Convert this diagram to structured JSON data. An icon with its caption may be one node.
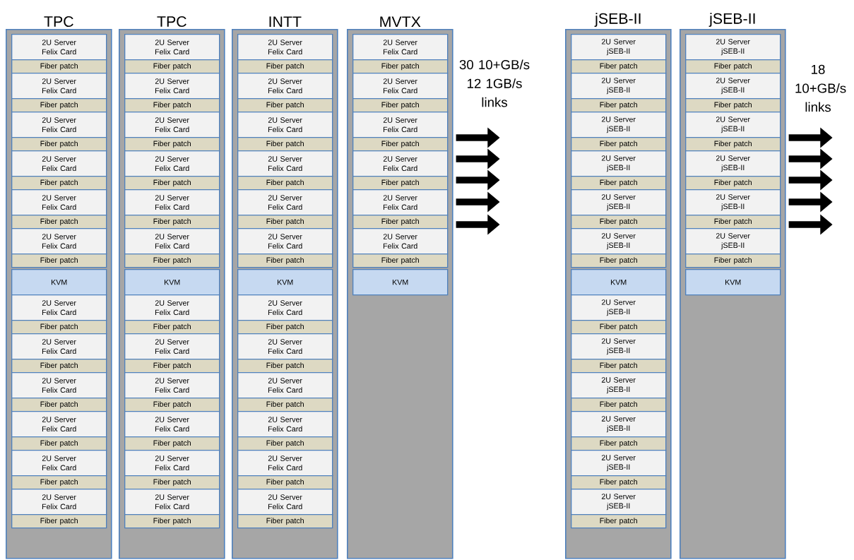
{
  "diagram": {
    "nodes": [
      {
        "text": [
          "TPC"
        ]
      },
      {
        "text": [
          "2U Server",
          "Felix Card"
        ],
        "in": 0
      },
      {
        "text": [
          "Fiber patch"
        ],
        "in": 0
      },
      {
        "text": [
          "2U Server",
          "Felix Card"
        ],
        "in": 0
      },
      {
        "text": [
          "Fiber patch"
        ],
        "in": 0
      },
      {
        "text": [
          "2U Server",
          "Felix Card"
        ],
        "in": 0
      },
      {
        "text": [
          "Fiber patch"
        ],
        "in": 0
      },
      {
        "text": [
          "2U Server",
          "Felix Card"
        ],
        "in": 0
      },
      {
        "text": [
          "Fiber patch"
        ],
        "in": 0
      },
      {
        "text": [
          "2U Server",
          "Felix Card"
        ],
        "in": 0
      },
      {
        "text": [
          "Fiber patch"
        ],
        "in": 0
      },
      {
        "text": [
          "2U Server",
          "Felix Card"
        ],
        "in": 0
      },
      {
        "text": [
          "Fiber patch"
        ],
        "in": 0
      },
      {
        "text": [
          "KVM"
        ],
        "in": 0
      },
      {
        "text": [
          "2U Server",
          "Felix Card"
        ],
        "in": 0
      },
      {
        "text": [
          "Fiber patch"
        ],
        "in": 0
      },
      {
        "text": [
          "2U Server",
          "Felix Card"
        ],
        "in": 0
      },
      {
        "text": [
          "Fiber patch"
        ],
        "in": 0
      },
      {
        "text": [
          "2U Server",
          "Felix Card"
        ],
        "in": 0
      },
      {
        "text": [
          "Fiber patch"
        ],
        "in": 0
      },
      {
        "text": [
          "2U Server",
          "Felix Card"
        ],
        "in": 0
      },
      {
        "text": [
          "Fiber patch"
        ],
        "in": 0
      },
      {
        "text": [
          "2U Server",
          "Felix Card"
        ],
        "in": 0
      },
      {
        "text": [
          "Fiber patch"
        ],
        "in": 0
      },
      {
        "text": [
          "2U Server",
          "Felix Card"
        ],
        "in": 0
      },
      {
        "text": [
          "Fiber patch"
        ],
        "in": 0
      },
      {
        "text": [
          "TPC"
        ]
      },
      {
        "text": [
          "2U Server",
          "Felix Card"
        ],
        "in": 26
      },
      {
        "text": [
          "Fiber patch"
        ],
        "in": 26
      },
      {
        "text": [
          "2U Server",
          "Felix Card"
        ],
        "in": 26
      },
      {
        "text": [
          "Fiber patch"
        ],
        "in": 26
      },
      {
        "text": [
          "2U Server",
          "Felix Card"
        ],
        "in": 26
      },
      {
        "text": [
          "Fiber patch"
        ],
        "in": 26
      },
      {
        "text": [
          "2U Server",
          "Felix Card"
        ],
        "in": 26
      },
      {
        "text": [
          "Fiber patch"
        ],
        "in": 26
      },
      {
        "text": [
          "2U Server",
          "Felix Card"
        ],
        "in": 26
      },
      {
        "text": [
          "Fiber patch"
        ],
        "in": 26
      },
      {
        "text": [
          "2U Server",
          "Felix Card"
        ],
        "in": 26
      },
      {
        "text": [
          "Fiber patch"
        ],
        "in": 26
      },
      {
        "text": [
          "KVM"
        ],
        "in": 26
      },
      {
        "text": [
          "2U Server",
          "Felix Card"
        ],
        "in": 26
      },
      {
        "text": [
          "Fiber patch"
        ],
        "in": 26
      },
      {
        "text": [
          "2U Server",
          "Felix Card"
        ],
        "in": 26
      },
      {
        "text": [
          "Fiber patch"
        ],
        "in": 26
      },
      {
        "text": [
          "2U Server",
          "Felix Card"
        ],
        "in": 26
      },
      {
        "text": [
          "Fiber patch"
        ],
        "in": 26
      },
      {
        "text": [
          "2U Server",
          "Felix Card"
        ],
        "in": 26
      },
      {
        "text": [
          "Fiber patch"
        ],
        "in": 26
      },
      {
        "text": [
          "2U Server",
          "Felix Card"
        ],
        "in": 26
      },
      {
        "text": [
          "Fiber patch"
        ],
        "in": 26
      },
      {
        "text": [
          "2U Server",
          "Felix Card"
        ],
        "in": 26
      },
      {
        "text": [
          "Fiber patch"
        ],
        "in": 26
      },
      {
        "text": [
          "INTT"
        ]
      },
      {
        "text": [
          "2U Server",
          "Felix Card"
        ],
        "in": 52
      },
      {
        "text": [
          "Fiber patch"
        ],
        "in": 52
      },
      {
        "text": [
          "2U Server",
          "Felix Card"
        ],
        "in": 52
      },
      {
        "text": [
          "Fiber patch"
        ],
        "in": 52
      },
      {
        "text": [
          "2U Server",
          "Felix Card"
        ],
        "in": 52
      },
      {
        "text": [
          "Fiber patch"
        ],
        "in": 52
      },
      {
        "text": [
          "2U Server",
          "Felix Card"
        ],
        "in": 52
      },
      {
        "text": [
          "Fiber patch"
        ],
        "in": 52
      },
      {
        "text": [
          "2U Server",
          "Felix Card"
        ],
        "in": 52
      },
      {
        "text": [
          "Fiber patch"
        ],
        "in": 52
      },
      {
        "text": [
          "2U Server",
          "Felix Card"
        ],
        "in": 52
      },
      {
        "text": [
          "Fiber patch"
        ],
        "in": 52
      },
      {
        "text": [
          "KVM"
        ],
        "in": 52
      },
      {
        "text": [
          "2U Server",
          "Felix Card"
        ],
        "in": 52
      },
      {
        "text": [
          "Fiber patch"
        ],
        "in": 52
      },
      {
        "text": [
          "2U Server",
          "Felix Card"
        ],
        "in": 52
      },
      {
        "text": [
          "Fiber patch"
        ],
        "in": 52
      },
      {
        "text": [
          "2U Server",
          "Felix Card"
        ],
        "in": 52
      },
      {
        "text": [
          "Fiber patch"
        ],
        "in": 52
      },
      {
        "text": [
          "2U Server",
          "Felix Card"
        ],
        "in": 52
      },
      {
        "text": [
          "Fiber patch"
        ],
        "in": 52
      },
      {
        "text": [
          "2U Server",
          "Felix Card"
        ],
        "in": 52
      },
      {
        "text": [
          "Fiber patch"
        ],
        "in": 52
      },
      {
        "text": [
          "2U Server",
          "Felix Card"
        ],
        "in": 52
      },
      {
        "text": [
          "Fiber patch"
        ],
        "in": 52
      },
      {
        "text": [
          "MVTX"
        ]
      },
      {
        "text": [
          "2U Server",
          "Felix Card"
        ],
        "in": 78
      },
      {
        "text": [
          "Fiber patch"
        ],
        "in": 78
      },
      {
        "text": [
          "2U Server",
          "Felix Card"
        ],
        "in": 78
      },
      {
        "text": [
          "Fiber patch"
        ],
        "in": 78
      },
      {
        "text": [
          "2U Server",
          "Felix Card"
        ],
        "in": 78
      },
      {
        "text": [
          "Fiber patch"
        ],
        "in": 78
      },
      {
        "text": [
          "2U Server",
          "Felix Card"
        ],
        "in": 78
      },
      {
        "text": [
          "Fiber patch"
        ],
        "in": 78
      },
      {
        "text": [
          "2U Server",
          "Felix Card"
        ],
        "in": 78
      },
      {
        "text": [
          "Fiber patch"
        ],
        "in": 78
      },
      {
        "text": [
          "2U Server",
          "Felix Card"
        ],
        "in": 78
      },
      {
        "text": [
          "Fiber patch"
        ],
        "in": 78
      },
      {
        "text": [
          "KVM"
        ],
        "in": 78
      },
      {
        "text": [
          "jSEB-II"
        ]
      },
      {
        "text": [
          "2U Server",
          "jSEB-II"
        ],
        "in": 92
      },
      {
        "text": [
          "Fiber patch"
        ],
        "in": 92
      },
      {
        "text": [
          "2U Server",
          "jSEB-II"
        ],
        "in": 92
      },
      {
        "text": [
          "Fiber patch"
        ],
        "in": 92
      },
      {
        "text": [
          "2U Server",
          "jSEB-II"
        ],
        "in": 92
      },
      {
        "text": [
          "Fiber patch"
        ],
        "in": 92
      },
      {
        "text": [
          "2U Server",
          "jSEB-II"
        ],
        "in": 92
      },
      {
        "text": [
          "Fiber patch"
        ],
        "in": 92
      },
      {
        "text": [
          "2U Server",
          "jSEB-II"
        ],
        "in": 92
      },
      {
        "text": [
          "Fiber patch"
        ],
        "in": 92
      },
      {
        "text": [
          "2U Server",
          "jSEB-II"
        ],
        "in": 92
      },
      {
        "text": [
          "Fiber patch"
        ],
        "in": 92
      },
      {
        "text": [
          "KVM"
        ],
        "in": 92
      },
      {
        "text": [
          "2U Server",
          "jSEB-II"
        ],
        "in": 92
      },
      {
        "text": [
          "Fiber patch"
        ],
        "in": 92
      },
      {
        "text": [
          "2U Server",
          "jSEB-II"
        ],
        "in": 92
      },
      {
        "text": [
          "Fiber patch"
        ],
        "in": 92
      },
      {
        "text": [
          "2U Server",
          "jSEB-II"
        ],
        "in": 92
      },
      {
        "text": [
          "Fiber patch"
        ],
        "in": 92
      },
      {
        "text": [
          "2U Server",
          "jSEB-II"
        ],
        "in": 92
      },
      {
        "text": [
          "Fiber patch"
        ],
        "in": 92
      },
      {
        "text": [
          "2U Server",
          "jSEB-II"
        ],
        "in": 92
      },
      {
        "text": [
          "Fiber patch"
        ],
        "in": 92
      },
      {
        "text": [
          "2U Server",
          "jSEB-II"
        ],
        "in": 92
      },
      {
        "text": [
          "Fiber patch"
        ],
        "in": 92
      },
      {
        "text": [
          "jSEB-II"
        ]
      },
      {
        "text": [
          "2U Server",
          "jSEB-II"
        ],
        "in": 118
      },
      {
        "text": [
          "Fiber patch"
        ],
        "in": 118
      },
      {
        "text": [
          "2U Server",
          "jSEB-II"
        ],
        "in": 118
      },
      {
        "text": [
          "Fiber patch"
        ],
        "in": 118
      },
      {
        "text": [
          "2U Server",
          "jSEB-II"
        ],
        "in": 118
      },
      {
        "text": [
          "Fiber patch"
        ],
        "in": 118
      },
      {
        "text": [
          "2U Server",
          "jSEB-II"
        ],
        "in": 118
      },
      {
        "text": [
          "Fiber patch"
        ],
        "in": 118
      },
      {
        "text": [
          "2U Server",
          "jSEB-II"
        ],
        "in": 118
      },
      {
        "text": [
          "Fiber patch"
        ],
        "in": 118
      },
      {
        "text": [
          "2U Server",
          "jSEB-II"
        ],
        "in": 118
      },
      {
        "text": [
          "Fiber patch"
        ],
        "in": 118
      },
      {
        "text": [
          "KVM"
        ],
        "in": 118
      }
    ],
    "edges": [
      {
        "from": 78,
        "to": null,
        "arrow": "to"
      },
      {
        "from": 78,
        "to": null,
        "arrow": "to"
      },
      {
        "from": 78,
        "to": null,
        "arrow": "to"
      },
      {
        "from": 78,
        "to": null,
        "arrow": "to"
      },
      {
        "from": 78,
        "to": null,
        "arrow": "to"
      },
      {
        "from": 118,
        "to": null,
        "arrow": "to"
      },
      {
        "from": 118,
        "to": null,
        "arrow": "to"
      },
      {
        "from": 118,
        "to": null,
        "arrow": "to"
      },
      {
        "from": 118,
        "to": null,
        "arrow": "to"
      },
      {
        "from": 118,
        "to": null,
        "arrow": "to"
      }
    ],
    "labels": [
      "30 10+GB/s 12 1GB/s links",
      "18 10+GB/s links"
    ]
  }
}
